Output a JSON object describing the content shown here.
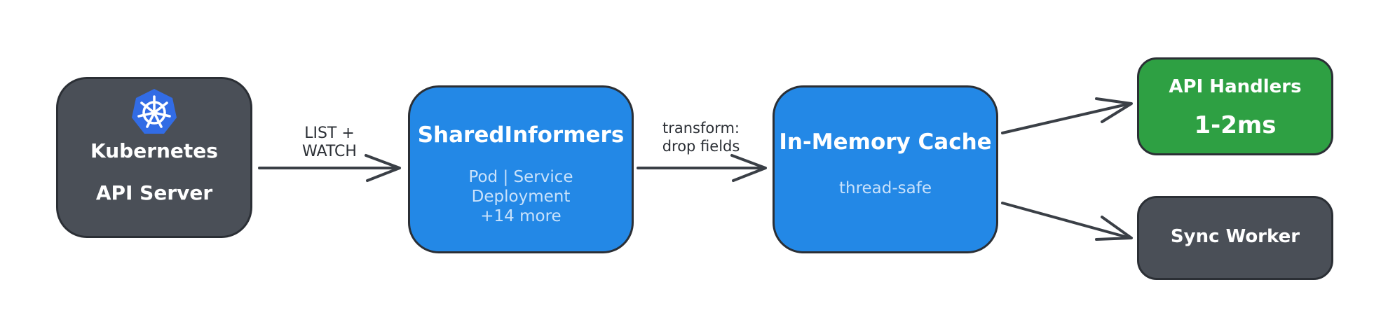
{
  "colors": {
    "dark_node": "#4a4f57",
    "blue_node": "#2388e6",
    "green_node": "#2ea043",
    "stroke": "#2b2f35"
  },
  "icons": {
    "k8s": "kubernetes-helm-icon"
  },
  "nodes": {
    "api_server": {
      "line1": "Kubernetes",
      "line2": "API Server"
    },
    "shared_informers": {
      "title": "SharedInformers",
      "line1": "Pod | Service",
      "line2": "Deployment",
      "line3": "+14 more"
    },
    "cache": {
      "title": "In-Memory Cache",
      "subtitle": "thread-safe"
    },
    "api_handlers": {
      "title": "API Handlers",
      "latency": "1-2ms"
    },
    "sync_worker": {
      "title": "Sync Worker"
    }
  },
  "edges": {
    "list_watch": {
      "line1": "LIST +",
      "line2": "WATCH"
    },
    "transform": {
      "line1": "transform:",
      "line2": "drop fields"
    }
  }
}
